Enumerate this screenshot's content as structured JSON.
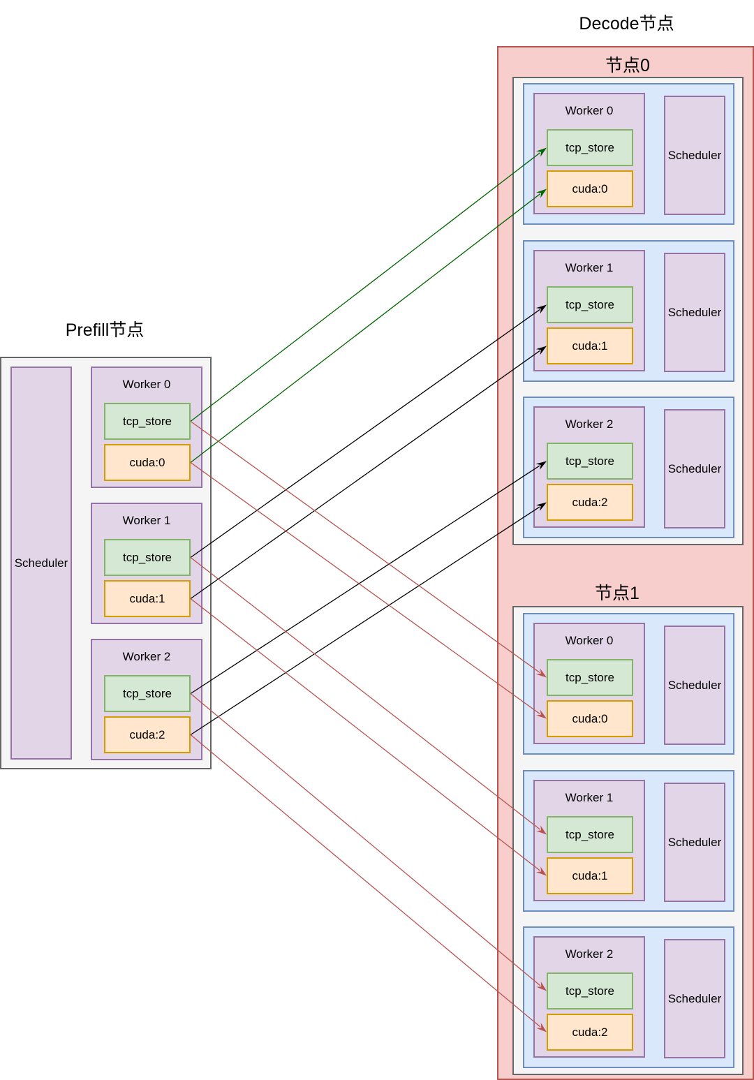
{
  "prefill": {
    "title": "Prefill节点",
    "scheduler": "Scheduler",
    "workers": [
      {
        "name": "Worker 0",
        "store": "tcp_store",
        "device": "cuda:0"
      },
      {
        "name": "Worker 1",
        "store": "tcp_store",
        "device": "cuda:1"
      },
      {
        "name": "Worker 2",
        "store": "tcp_store",
        "device": "cuda:2"
      }
    ]
  },
  "decode": {
    "title": "Decode节点",
    "nodes": [
      {
        "title": "节点0",
        "groups": [
          {
            "worker": "Worker 0",
            "store": "tcp_store",
            "device": "cuda:0",
            "scheduler": "Scheduler"
          },
          {
            "worker": "Worker 1",
            "store": "tcp_store",
            "device": "cuda:1",
            "scheduler": "Scheduler"
          },
          {
            "worker": "Worker 2",
            "store": "tcp_store",
            "device": "cuda:2",
            "scheduler": "Scheduler"
          }
        ]
      },
      {
        "title": "节点1",
        "groups": [
          {
            "worker": "Worker 0",
            "store": "tcp_store",
            "device": "cuda:0",
            "scheduler": "Scheduler"
          },
          {
            "worker": "Worker 1",
            "store": "tcp_store",
            "device": "cuda:1",
            "scheduler": "Scheduler"
          },
          {
            "worker": "Worker 2",
            "store": "tcp_store",
            "device": "cuda:2",
            "scheduler": "Scheduler"
          }
        ]
      }
    ]
  },
  "connections": [
    {
      "from": "prefill.w0.store",
      "to": "decode.n0.w0.store",
      "color": "#006600"
    },
    {
      "from": "prefill.w0.device",
      "to": "decode.n0.w0.device",
      "color": "#006600"
    },
    {
      "from": "prefill.w1.store",
      "to": "decode.n0.w1.store",
      "color": "#000000"
    },
    {
      "from": "prefill.w1.device",
      "to": "decode.n0.w1.device",
      "color": "#000000"
    },
    {
      "from": "prefill.w2.store",
      "to": "decode.n0.w2.store",
      "color": "#000000"
    },
    {
      "from": "prefill.w2.device",
      "to": "decode.n0.w2.device",
      "color": "#000000"
    },
    {
      "from": "prefill.w0.store",
      "to": "decode.n1.w0.store",
      "color": "#b85450"
    },
    {
      "from": "prefill.w0.device",
      "to": "decode.n1.w0.device",
      "color": "#b85450"
    },
    {
      "from": "prefill.w1.store",
      "to": "decode.n1.w1.store",
      "color": "#b85450"
    },
    {
      "from": "prefill.w1.device",
      "to": "decode.n1.w1.device",
      "color": "#b85450"
    },
    {
      "from": "prefill.w2.store",
      "to": "decode.n1.w2.store",
      "color": "#b85450"
    },
    {
      "from": "prefill.w2.device",
      "to": "decode.n1.w2.device",
      "color": "#b85450"
    }
  ]
}
